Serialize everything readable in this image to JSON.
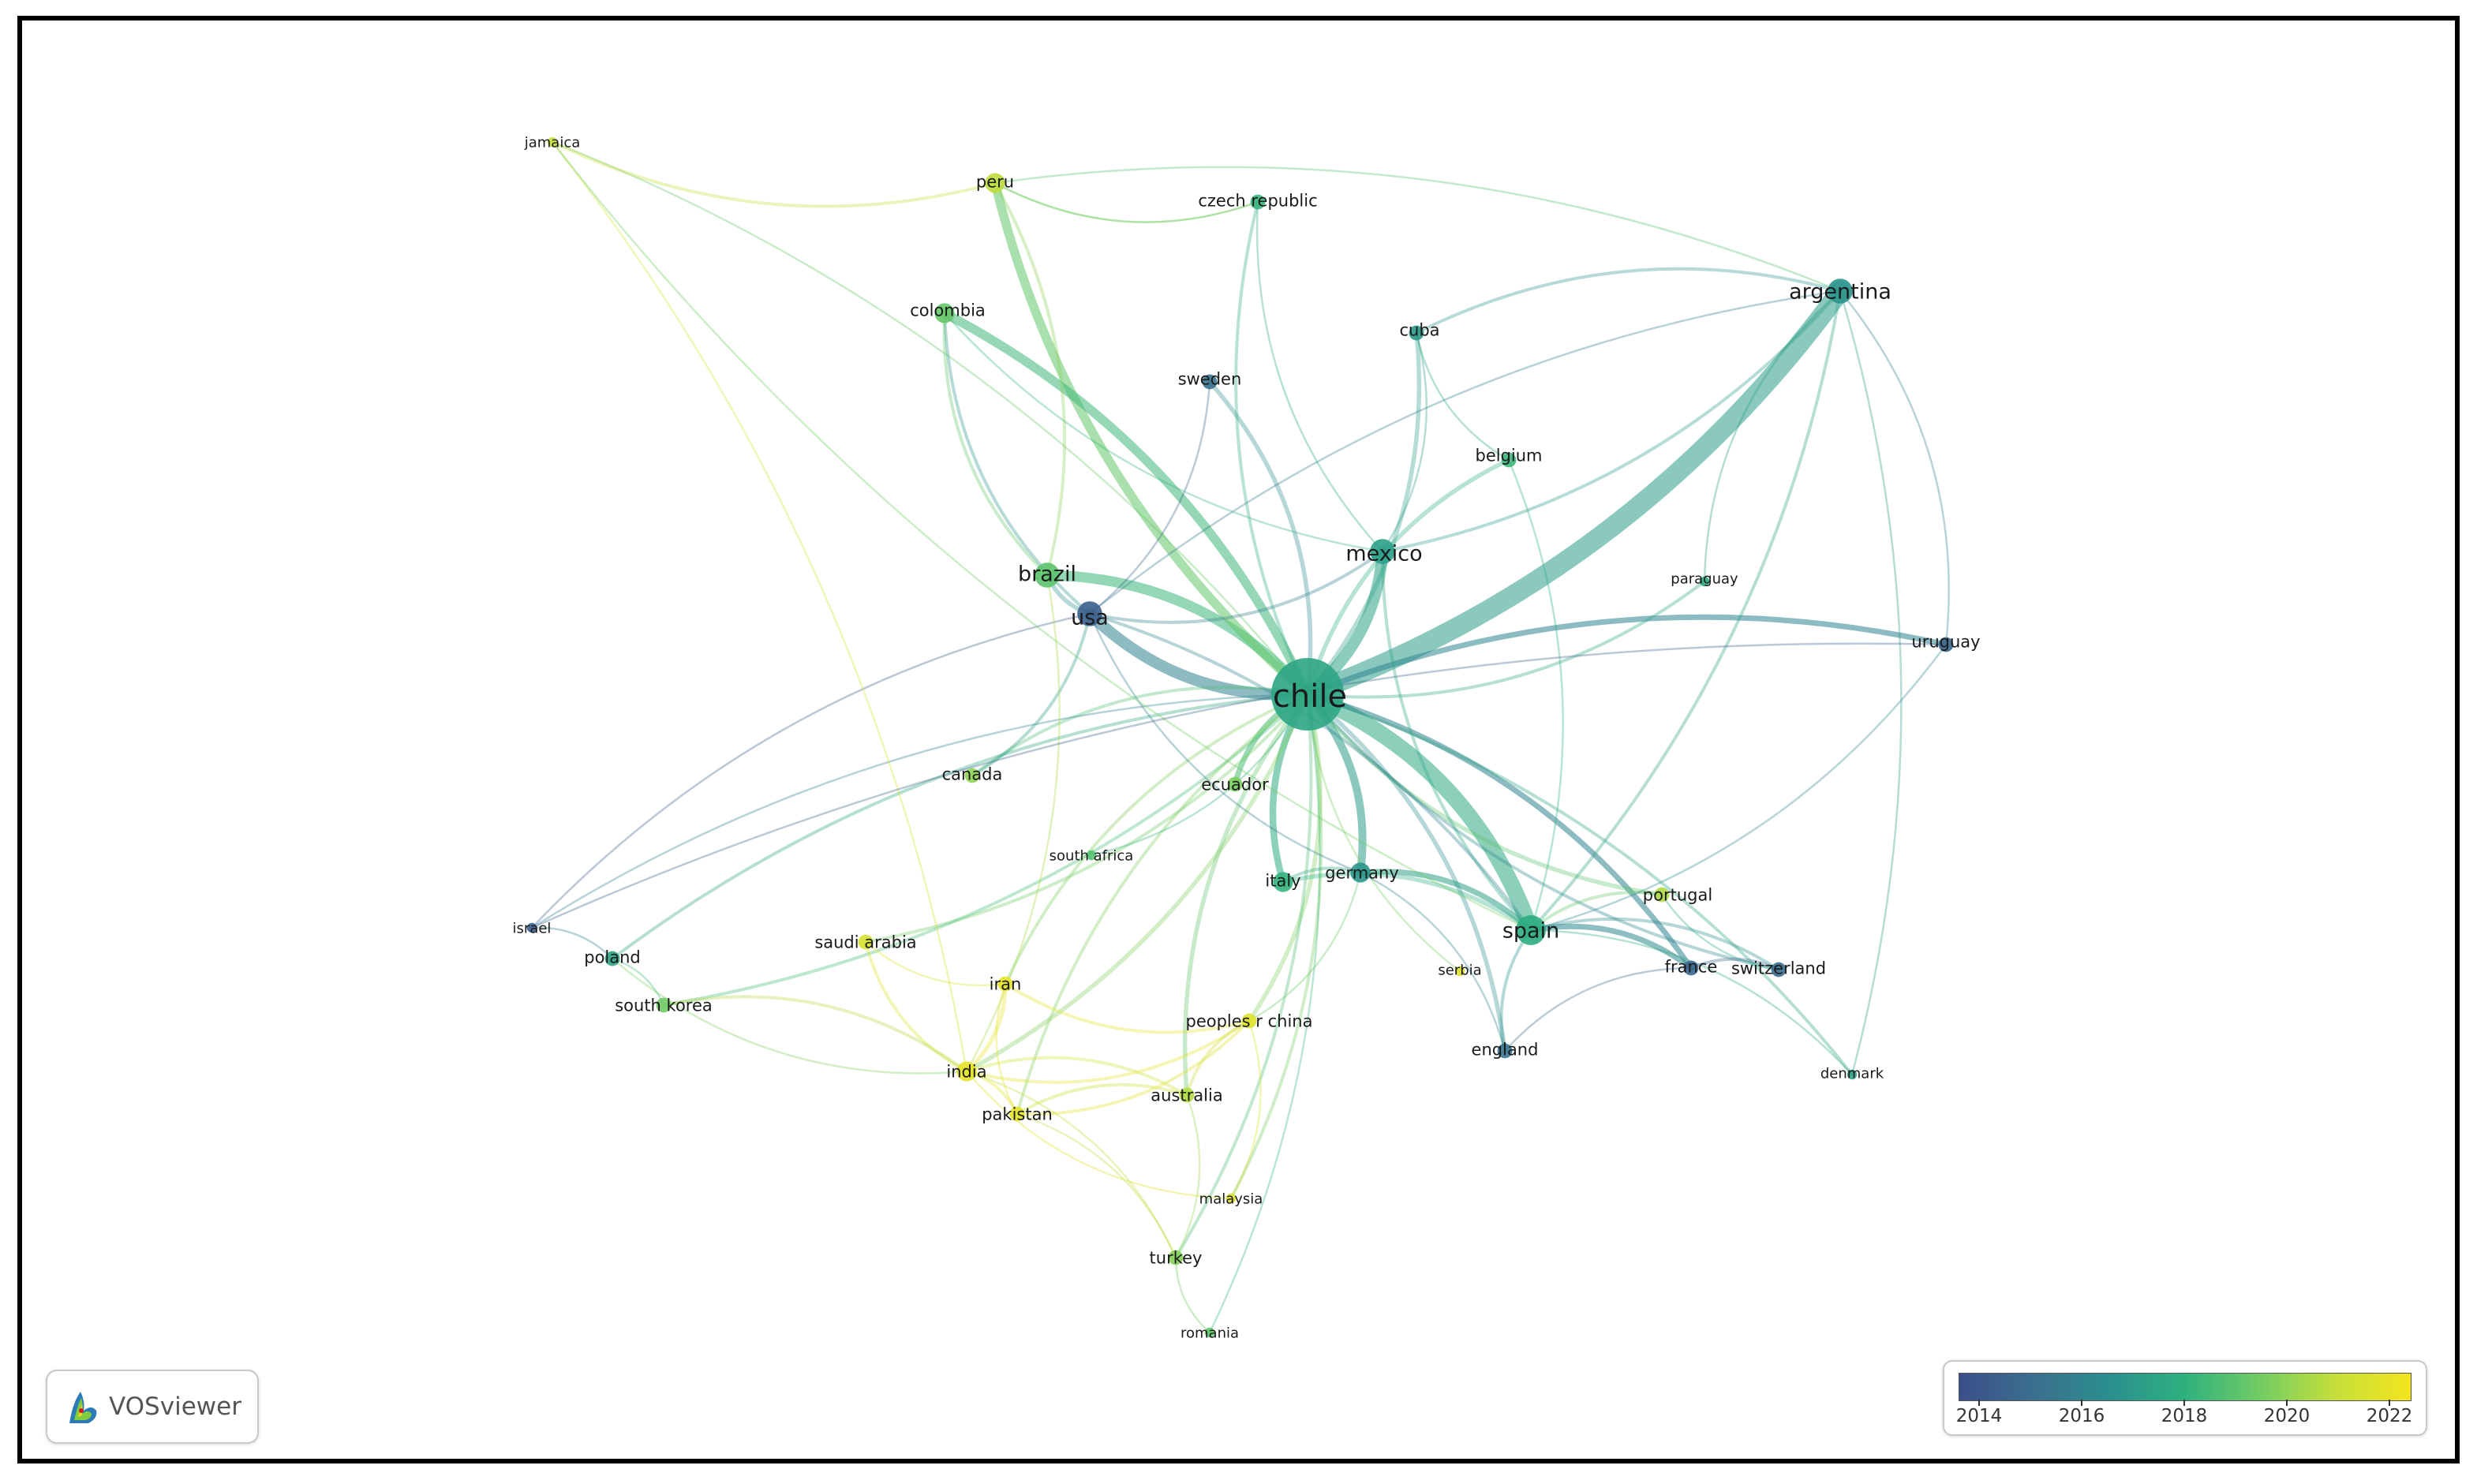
{
  "app": {
    "name": "VOSviewer"
  },
  "legend": {
    "colors": [
      "#3b4f8a",
      "#3b6f8e",
      "#2a8f8f",
      "#2fb17f",
      "#72cc63",
      "#c6df3a",
      "#f5e51e"
    ],
    "ticks": [
      {
        "label": "2014",
        "value": 2014
      },
      {
        "label": "2016",
        "value": 2016
      },
      {
        "label": "2018",
        "value": 2018
      },
      {
        "label": "2020",
        "value": 2020
      },
      {
        "label": "2022",
        "value": 2022
      }
    ],
    "min": 2013.6,
    "max": 2022.4
  },
  "nodes": [
    {
      "id": "chile",
      "label": "chile",
      "year": 2017.5,
      "weight": 10
    },
    {
      "id": "argentina",
      "label": "argentina",
      "year": 2016.8,
      "weight": 4
    },
    {
      "id": "spain",
      "label": "spain",
      "year": 2017.8,
      "weight": 5
    },
    {
      "id": "mexico",
      "label": "mexico",
      "year": 2017.2,
      "weight": 4
    },
    {
      "id": "usa",
      "label": "usa",
      "year": 2014.3,
      "weight": 4
    },
    {
      "id": "brazil",
      "label": "brazil",
      "year": 2019.0,
      "weight": 4
    },
    {
      "id": "peru",
      "label": "peru",
      "year": 2020.8,
      "weight": 3
    },
    {
      "id": "colombia",
      "label": "colombia",
      "year": 2019.2,
      "weight": 3
    },
    {
      "id": "czech",
      "label": "czech republic",
      "year": 2018.2,
      "weight": 2
    },
    {
      "id": "jamaica",
      "label": "jamaica",
      "year": 2021.0,
      "weight": 1
    },
    {
      "id": "cuba",
      "label": "cuba",
      "year": 2016.9,
      "weight": 2
    },
    {
      "id": "sweden",
      "label": "sweden",
      "year": 2015.2,
      "weight": 2
    },
    {
      "id": "belgium",
      "label": "belgium",
      "year": 2018.3,
      "weight": 2
    },
    {
      "id": "paraguay",
      "label": "paraguay",
      "year": 2017.6,
      "weight": 1
    },
    {
      "id": "uruguay",
      "label": "uruguay",
      "year": 2014.6,
      "weight": 2
    },
    {
      "id": "canada",
      "label": "canada",
      "year": 2020.0,
      "weight": 2
    },
    {
      "id": "ecuador",
      "label": "ecuador",
      "year": 2019.6,
      "weight": 2
    },
    {
      "id": "southafrica",
      "label": "south africa",
      "year": 2018.8,
      "weight": 1
    },
    {
      "id": "germany",
      "label": "germany",
      "year": 2016.8,
      "weight": 3
    },
    {
      "id": "italy",
      "label": "italy",
      "year": 2018.1,
      "weight": 3
    },
    {
      "id": "portugal",
      "label": "portugal",
      "year": 2020.5,
      "weight": 2
    },
    {
      "id": "israel",
      "label": "israel",
      "year": 2014.3,
      "weight": 1
    },
    {
      "id": "poland",
      "label": "poland",
      "year": 2017.4,
      "weight": 2
    },
    {
      "id": "saudi",
      "label": "saudi arabia",
      "year": 2021.4,
      "weight": 2
    },
    {
      "id": "iran",
      "label": "iran",
      "year": 2021.9,
      "weight": 2
    },
    {
      "id": "southkorea",
      "label": "south korea",
      "year": 2019.4,
      "weight": 2
    },
    {
      "id": "india",
      "label": "india",
      "year": 2021.9,
      "weight": 3
    },
    {
      "id": "pakistan",
      "label": "pakistan",
      "year": 2021.8,
      "weight": 2
    },
    {
      "id": "australia",
      "label": "australia",
      "year": 2020.6,
      "weight": 2
    },
    {
      "id": "china",
      "label": "peoples r china",
      "year": 2021.7,
      "weight": 2
    },
    {
      "id": "serbia",
      "label": "serbia",
      "year": 2021.6,
      "weight": 1
    },
    {
      "id": "france",
      "label": "france",
      "year": 2014.6,
      "weight": 2
    },
    {
      "id": "switzerland",
      "label": "switzerland",
      "year": 2014.9,
      "weight": 2
    },
    {
      "id": "england",
      "label": "england",
      "year": 2015.3,
      "weight": 2
    },
    {
      "id": "denmark",
      "label": "denmark",
      "year": 2017.4,
      "weight": 1
    },
    {
      "id": "malaysia",
      "label": "malaysia",
      "year": 2021.5,
      "weight": 1
    },
    {
      "id": "turkey",
      "label": "turkey",
      "year": 2019.8,
      "weight": 2
    },
    {
      "id": "romania",
      "label": "romania",
      "year": 2019.0,
      "weight": 1
    }
  ],
  "links": [
    [
      "chile",
      "argentina",
      16
    ],
    [
      "chile",
      "spain",
      13
    ],
    [
      "chile",
      "mexico",
      9
    ],
    [
      "chile",
      "usa",
      9
    ],
    [
      "chile",
      "brazil",
      8
    ],
    [
      "chile",
      "peru",
      7
    ],
    [
      "chile",
      "colombia",
      7
    ],
    [
      "chile",
      "germany",
      6
    ],
    [
      "chile",
      "italy",
      5
    ],
    [
      "chile",
      "france",
      4
    ],
    [
      "chile",
      "ecuador",
      4
    ],
    [
      "chile",
      "uruguay",
      4
    ],
    [
      "chile",
      "cuba",
      3
    ],
    [
      "chile",
      "belgium",
      3
    ],
    [
      "chile",
      "sweden",
      3
    ],
    [
      "chile",
      "england",
      3
    ],
    [
      "chile",
      "portugal",
      3
    ],
    [
      "chile",
      "china",
      3
    ],
    [
      "chile",
      "australia",
      3
    ],
    [
      "chile",
      "india",
      3
    ],
    [
      "chile",
      "canada",
      2
    ],
    [
      "chile",
      "czech",
      2
    ],
    [
      "chile",
      "switzerland",
      2
    ],
    [
      "chile",
      "turkey",
      2
    ],
    [
      "chile",
      "iran",
      2
    ],
    [
      "chile",
      "saudi",
      2
    ],
    [
      "chile",
      "poland",
      2
    ],
    [
      "chile",
      "southkorea",
      2
    ],
    [
      "chile",
      "paraguay",
      2
    ],
    [
      "chile",
      "denmark",
      2
    ],
    [
      "chile",
      "pakistan",
      2
    ],
    [
      "chile",
      "malaysia",
      2
    ],
    [
      "chile",
      "serbia",
      1
    ],
    [
      "chile",
      "southafrica",
      1
    ],
    [
      "chile",
      "israel",
      1
    ],
    [
      "chile",
      "romania",
      1
    ],
    [
      "chile",
      "jamaica",
      1
    ],
    [
      "spain",
      "france",
      4
    ],
    [
      "spain",
      "germany",
      4
    ],
    [
      "spain",
      "switzerland",
      2
    ],
    [
      "spain",
      "italy",
      3
    ],
    [
      "spain",
      "mexico",
      2
    ],
    [
      "spain",
      "argentina",
      2
    ],
    [
      "spain",
      "portugal",
      2
    ],
    [
      "spain",
      "england",
      2
    ],
    [
      "spain",
      "denmark",
      1
    ],
    [
      "spain",
      "usa",
      2
    ],
    [
      "usa",
      "brazil",
      3
    ],
    [
      "usa",
      "mexico",
      2
    ],
    [
      "usa",
      "colombia",
      2
    ],
    [
      "usa",
      "sweden",
      1
    ],
    [
      "usa",
      "canada",
      2
    ],
    [
      "usa",
      "israel",
      1
    ],
    [
      "usa",
      "argentina",
      1
    ],
    [
      "usa",
      "germany",
      1
    ],
    [
      "brazil",
      "colombia",
      2
    ],
    [
      "brazil",
      "peru",
      2
    ],
    [
      "brazil",
      "india",
      1
    ],
    [
      "jamaica",
      "peru",
      2
    ],
    [
      "jamaica",
      "india",
      1
    ],
    [
      "jamaica",
      "spain",
      1
    ],
    [
      "argentina",
      "uruguay",
      1
    ],
    [
      "argentina",
      "cuba",
      2
    ],
    [
      "argentina",
      "mexico",
      2
    ],
    [
      "argentina",
      "paraguay",
      1
    ],
    [
      "argentina",
      "denmark",
      1
    ],
    [
      "argentina",
      "peru",
      1
    ],
    [
      "india",
      "pakistan",
      2
    ],
    [
      "india",
      "iran",
      3
    ],
    [
      "india",
      "saudi",
      2
    ],
    [
      "india",
      "china",
      2
    ],
    [
      "india",
      "australia",
      2
    ],
    [
      "india",
      "malaysia",
      1
    ],
    [
      "india",
      "turkey",
      1
    ],
    [
      "india",
      "southkorea",
      2
    ],
    [
      "india",
      "poland",
      1
    ],
    [
      "iran",
      "china",
      2
    ],
    [
      "iran",
      "saudi",
      1
    ],
    [
      "iran",
      "pakistan",
      1
    ],
    [
      "pakistan",
      "australia",
      2
    ],
    [
      "pakistan",
      "china",
      2
    ],
    [
      "pakistan",
      "turkey",
      1
    ],
    [
      "china",
      "australia",
      2
    ],
    [
      "china",
      "malaysia",
      1
    ],
    [
      "china",
      "germany",
      1
    ],
    [
      "australia",
      "turkey",
      1
    ],
    [
      "turkey",
      "romania",
      1
    ],
    [
      "poland",
      "southkorea",
      1
    ],
    [
      "poland",
      "israel",
      1
    ],
    [
      "uruguay",
      "spain",
      1
    ],
    [
      "uruguay",
      "israel",
      1
    ],
    [
      "cuba",
      "mexico",
      1
    ],
    [
      "cuba",
      "belgium",
      1
    ],
    [
      "france",
      "switzerland",
      2
    ],
    [
      "germany",
      "italy",
      2
    ],
    [
      "germany",
      "england",
      1
    ],
    [
      "czech",
      "mexico",
      1
    ],
    [
      "czech",
      "peru",
      1
    ],
    [
      "colombia",
      "mexico",
      1
    ],
    [
      "belgium",
      "spain",
      1
    ],
    [
      "peru",
      "czech",
      1
    ],
    [
      "england",
      "france",
      1
    ],
    [
      "portugal",
      "switzerland",
      1
    ]
  ]
}
